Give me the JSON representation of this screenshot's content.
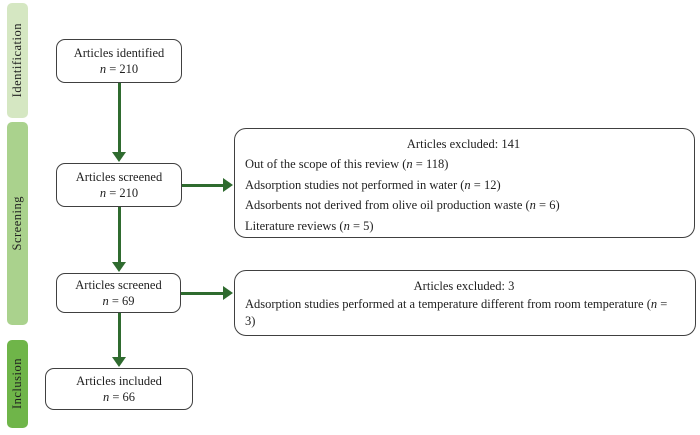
{
  "colors": {
    "stage_identification": "#d5e7c2",
    "stage_screening": "#aad28d",
    "stage_inclusion": "#6fb549",
    "arrow": "#2f6b2f",
    "box_border": "#404040",
    "text": "#1f1f1f"
  },
  "sidebar": {
    "stages": [
      {
        "label": "Identification"
      },
      {
        "label": "Screening"
      },
      {
        "label": "Inclusion"
      }
    ]
  },
  "flow_boxes": [
    {
      "label": "Articles identified",
      "n": "n",
      "count": " = 210"
    },
    {
      "label": "Articles screened",
      "n": "n",
      "count": " = 210"
    },
    {
      "label": "Articles screened",
      "n": "n",
      "count": " = 69"
    },
    {
      "label": "Articles included",
      "n": "n",
      "count": " = 66"
    }
  ],
  "exclusion_boxes": [
    {
      "title": "Articles excluded: 141",
      "items": [
        {
          "pre": "Out of the scope of this review (",
          "n": "n",
          "post": " = 118)"
        },
        {
          "pre": "Adsorption studies not performed in water (",
          "n": "n",
          "post": " = 12)"
        },
        {
          "pre": "Adsorbents not derived from olive oil production waste (",
          "n": "n",
          "post": " = 6)"
        },
        {
          "pre": "Literature reviews (",
          "n": "n",
          "post": " = 5)"
        }
      ]
    },
    {
      "title": "Articles excluded: 3",
      "items": [
        {
          "pre": "Adsorption studies performed at a temperature different from room temperature (",
          "n": "n",
          "post": " = 3)"
        }
      ]
    }
  ]
}
